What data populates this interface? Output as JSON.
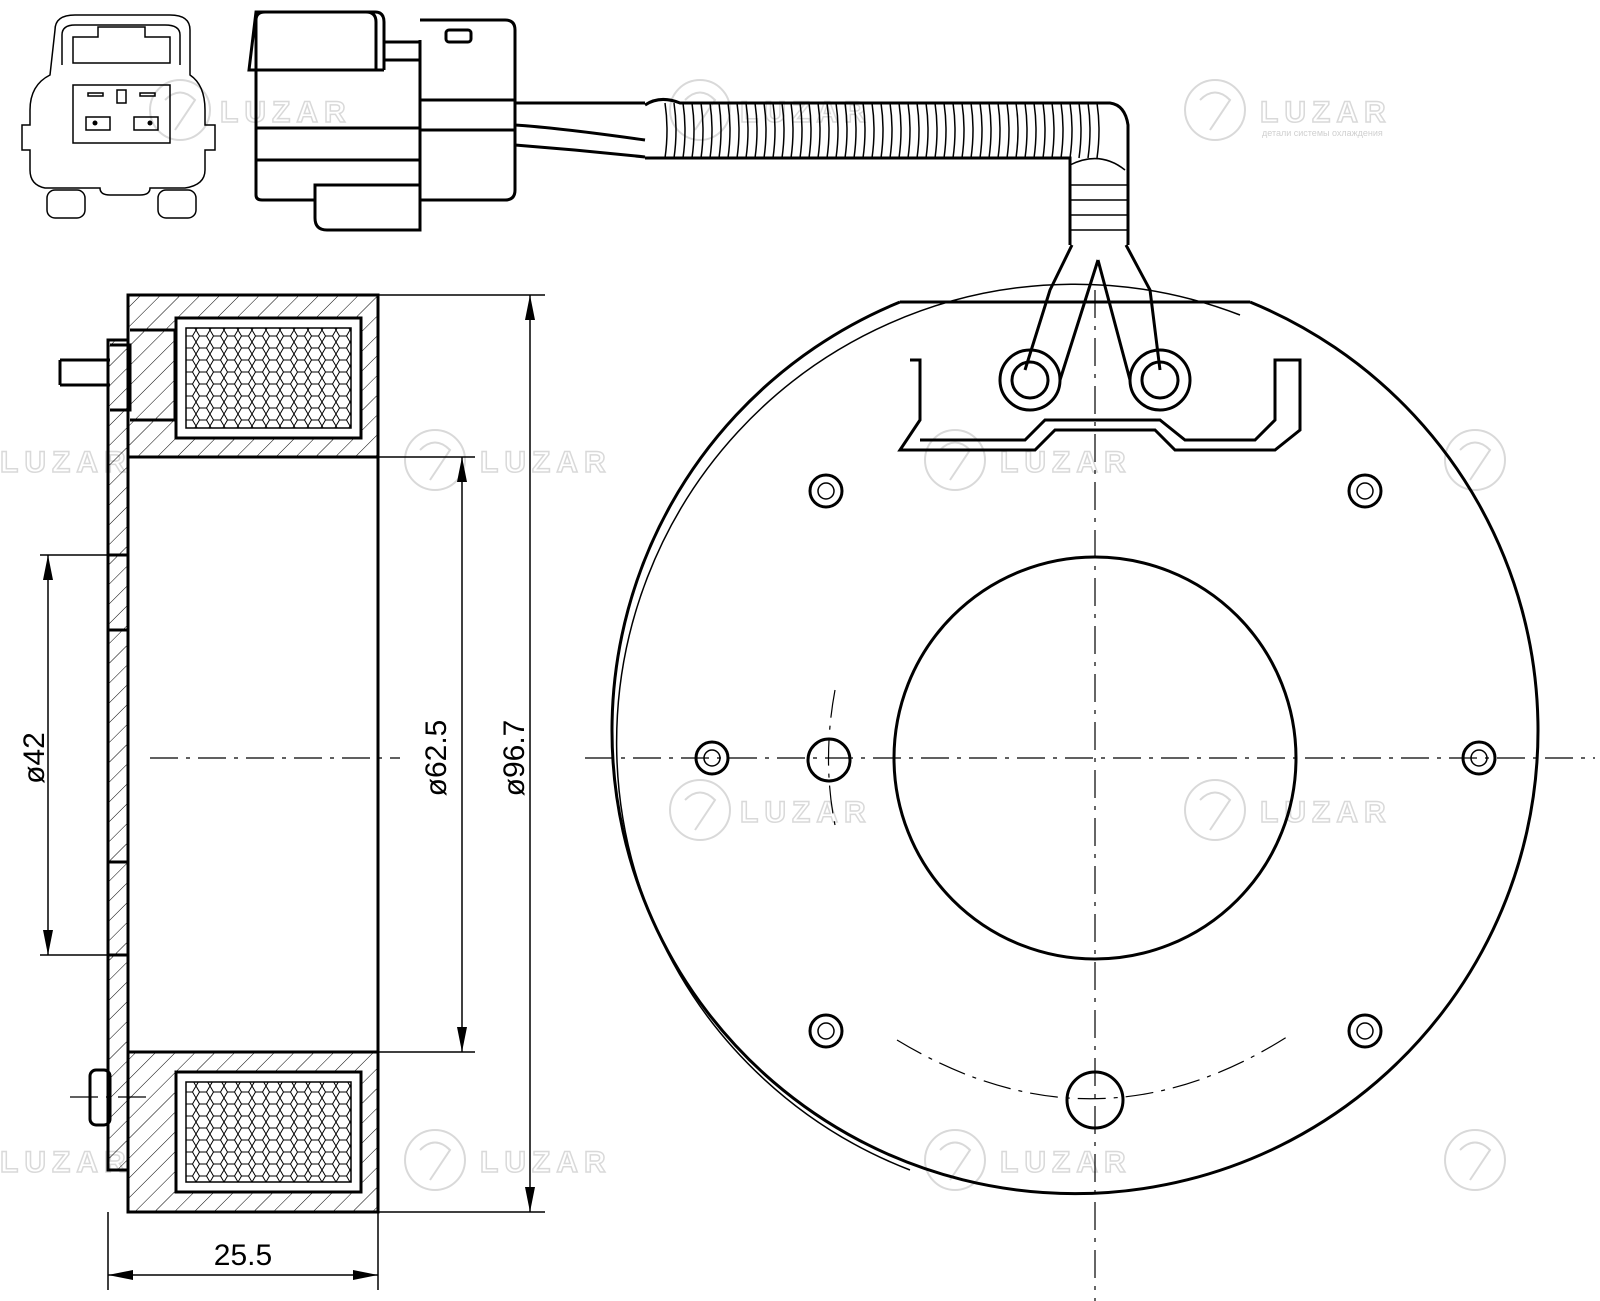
{
  "title": "Compressor clutch coil drawing",
  "dimensions": {
    "inner_diameter": "ø42",
    "mid_diameter": "ø62.5",
    "outer_diameter": "ø96.7",
    "width": "25.5"
  },
  "watermark": {
    "brand": "LUZAR",
    "tagline": "детали системы охлаждения"
  },
  "colors": {
    "line": "#000000",
    "watermark": "#d9d9d9"
  }
}
